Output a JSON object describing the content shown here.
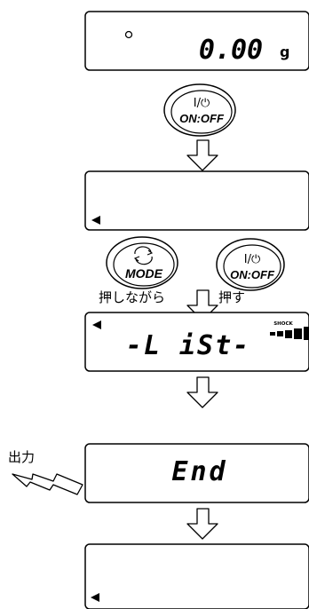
{
  "displays": {
    "step1": {
      "reading": "0.00",
      "unit": "g"
    },
    "step3": {
      "reading": "-L iSt-",
      "shock_label": "SHOCK"
    },
    "step4": {
      "reading": "End"
    }
  },
  "buttons": {
    "onoff_top": {
      "symbol": "I/⏻",
      "label": "ON:OFF"
    },
    "mode": {
      "label": "MODE"
    },
    "onoff_mid": {
      "symbol": "I/⏻",
      "label": "ON:OFF"
    }
  },
  "instructions": {
    "hold_while": "押しながら",
    "press": "押す",
    "output": "出力"
  },
  "colors": {
    "stroke": "#000000",
    "background": "#ffffff"
  }
}
